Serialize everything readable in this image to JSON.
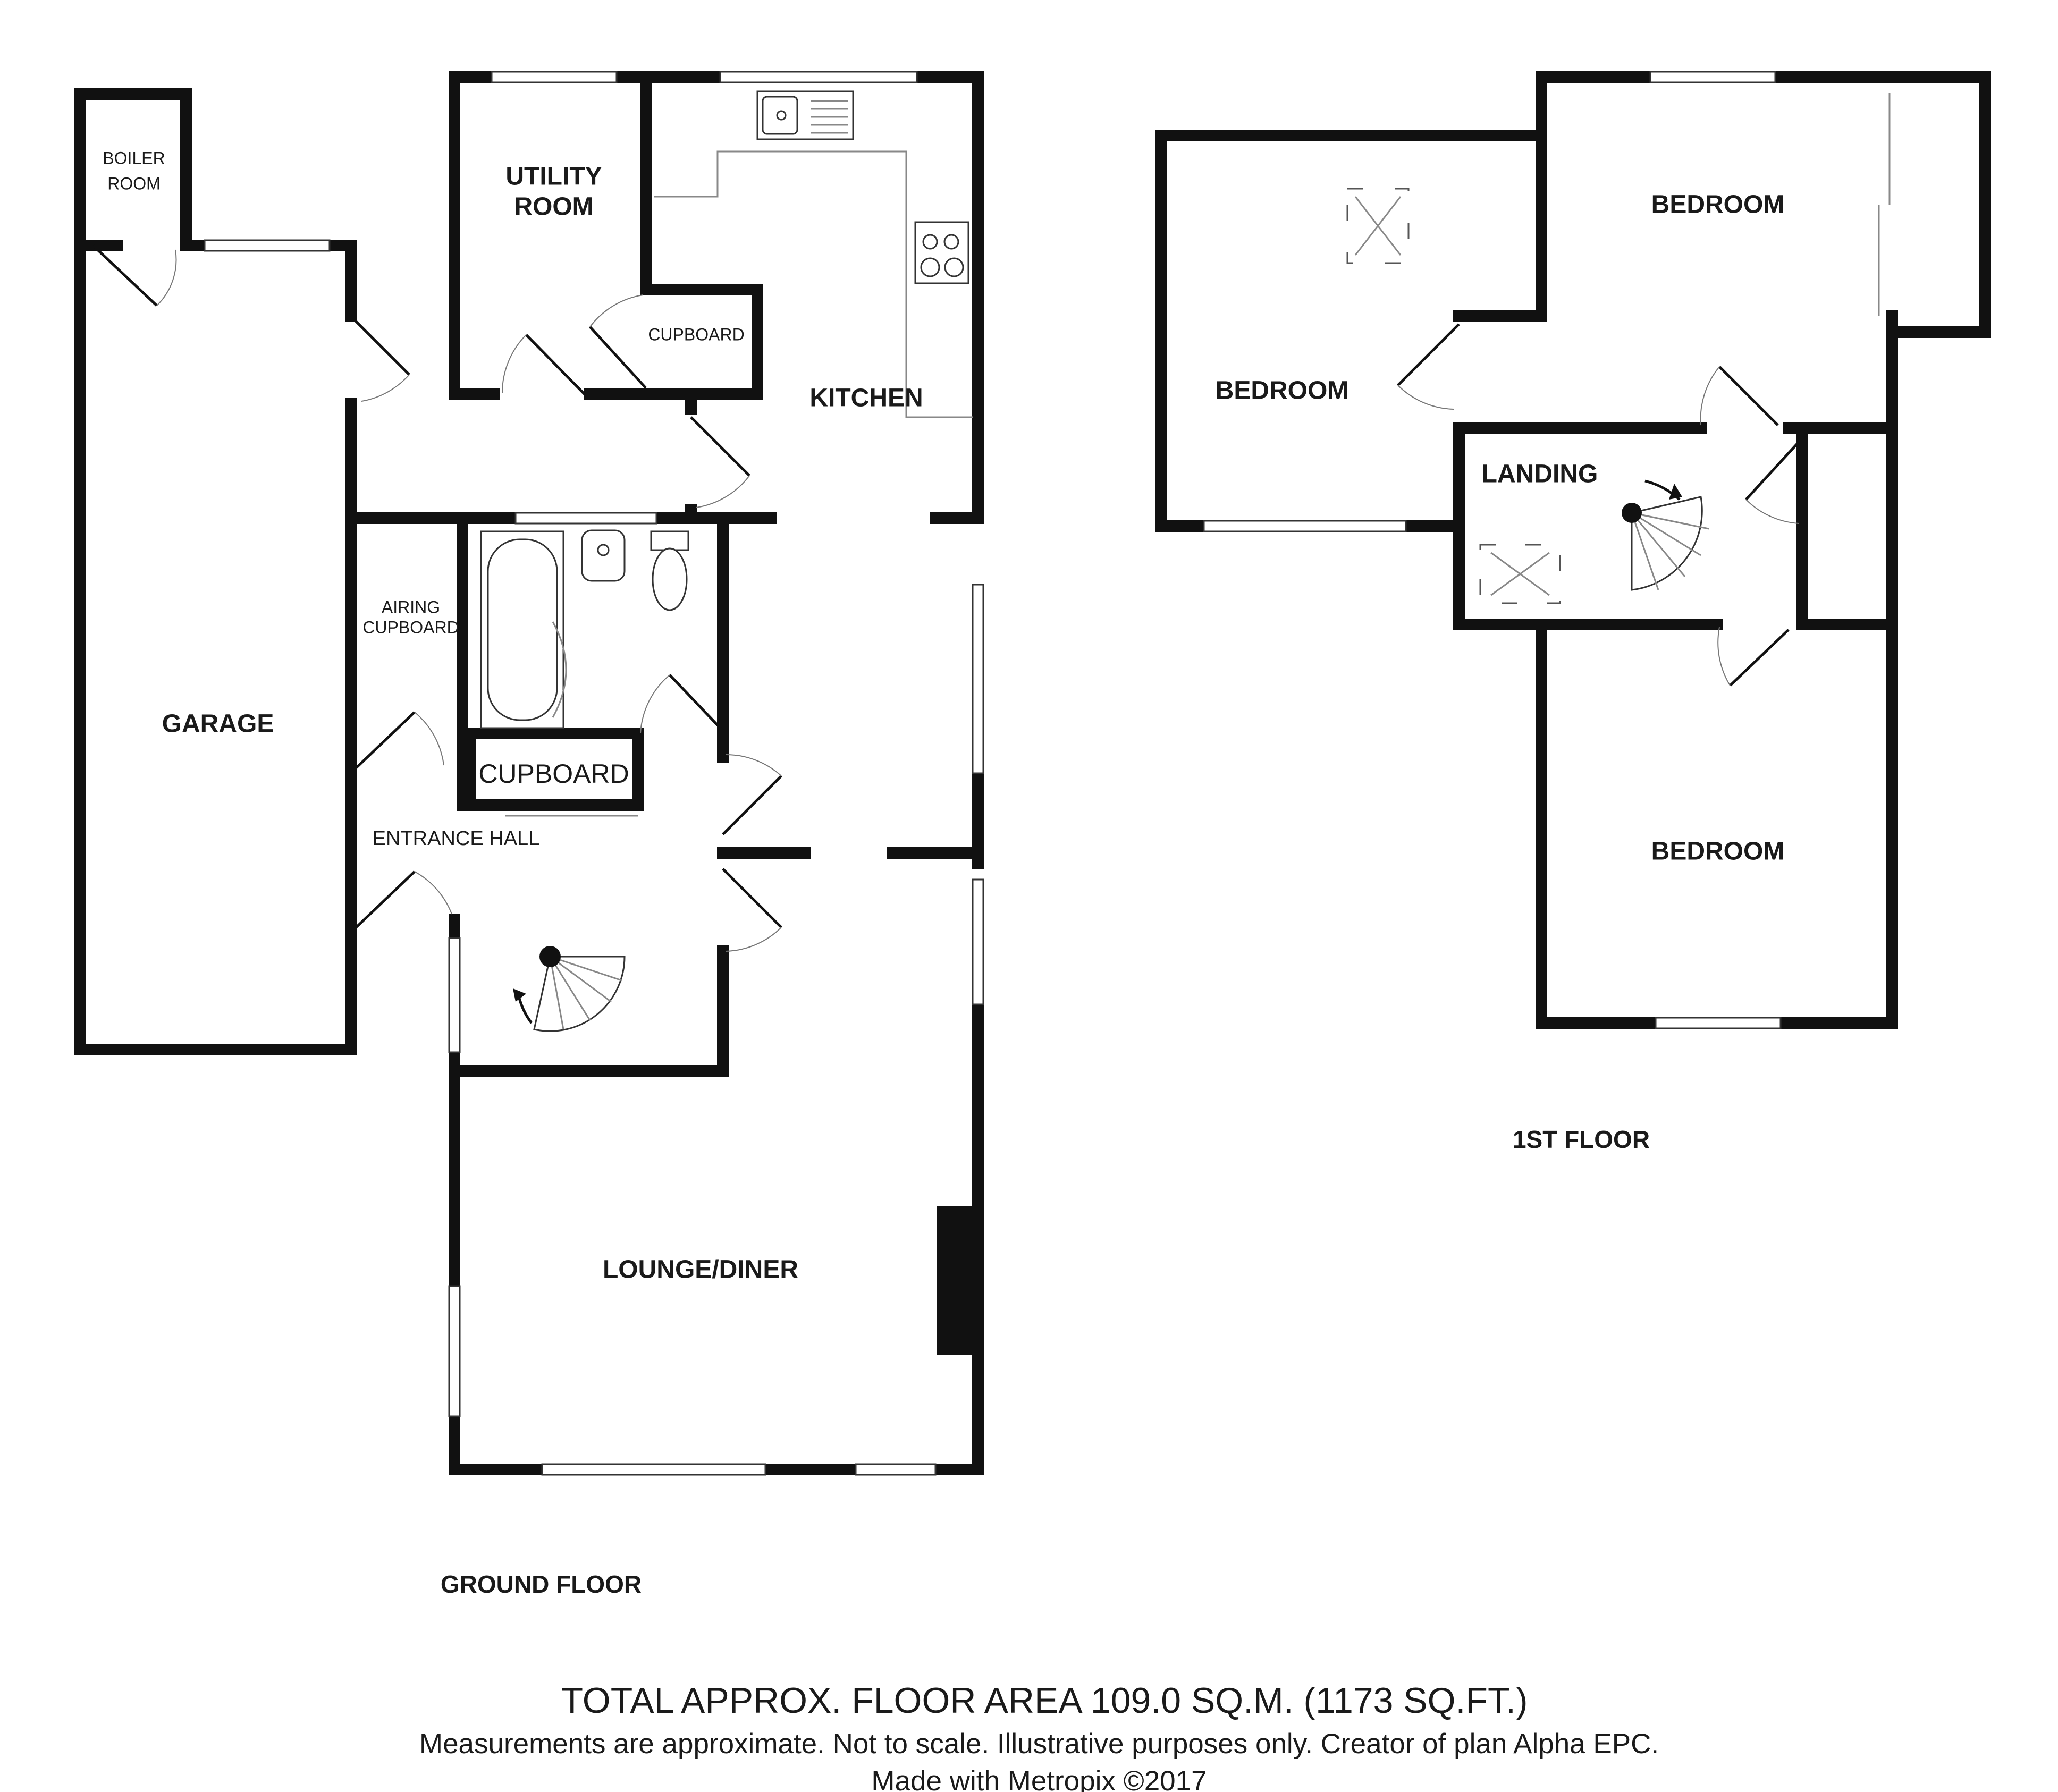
{
  "ground_floor": {
    "label": "GROUND FLOOR",
    "rooms": {
      "boiler_room": [
        "BOILER",
        "ROOM"
      ],
      "utility_room": [
        "UTILITY",
        "ROOM"
      ],
      "cupboard_small": "CUPBOARD",
      "kitchen": "KITCHEN",
      "airing_cupboard": [
        "AIRING",
        "CUPBOARD"
      ],
      "garage": "GARAGE",
      "cupboard": "CUPBOARD",
      "entrance_hall": "ENTRANCE HALL",
      "lounge_diner": "LOUNGE/DINER"
    }
  },
  "first_floor": {
    "label": "1ST FLOOR",
    "rooms": {
      "bedroom_1": "BEDROOM",
      "bedroom_2": "BEDROOM",
      "bedroom_3": "BEDROOM",
      "landing": "LANDING"
    }
  },
  "footer": {
    "total_area": "TOTAL APPROX. FLOOR AREA 109.0 SQ.M. (1173 SQ.FT.)",
    "disclaimer": "Measurements are approximate. Not to scale. Illustrative purposes only. Creator of plan Alpha EPC.",
    "credit": "Made with Metropix ©2017"
  }
}
